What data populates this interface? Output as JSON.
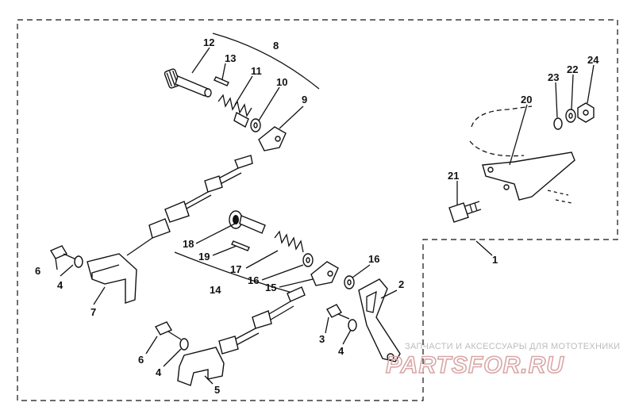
{
  "callouts": {
    "c1": "1",
    "c2": "2",
    "c3": "3",
    "c4a": "4",
    "c4b": "4",
    "c4c": "4",
    "c5": "5",
    "c6a": "6",
    "c6b": "6",
    "c7": "7",
    "c8": "8",
    "c9": "9",
    "c10": "10",
    "c11": "11",
    "c12": "12",
    "c13": "13",
    "c14": "14",
    "c15": "15",
    "c16a": "16",
    "c16b": "16",
    "c17": "17",
    "c18": "18",
    "c19": "19",
    "c20": "20",
    "c21": "21",
    "c22": "22",
    "c23": "23",
    "c24": "24"
  },
  "watermark": {
    "tagline": "ЗАПЧАСТИ И АКСЕССУАРЫ ДЛЯ МОТОТЕХНИКИ",
    "logo": "PARTSFOR.RU"
  }
}
